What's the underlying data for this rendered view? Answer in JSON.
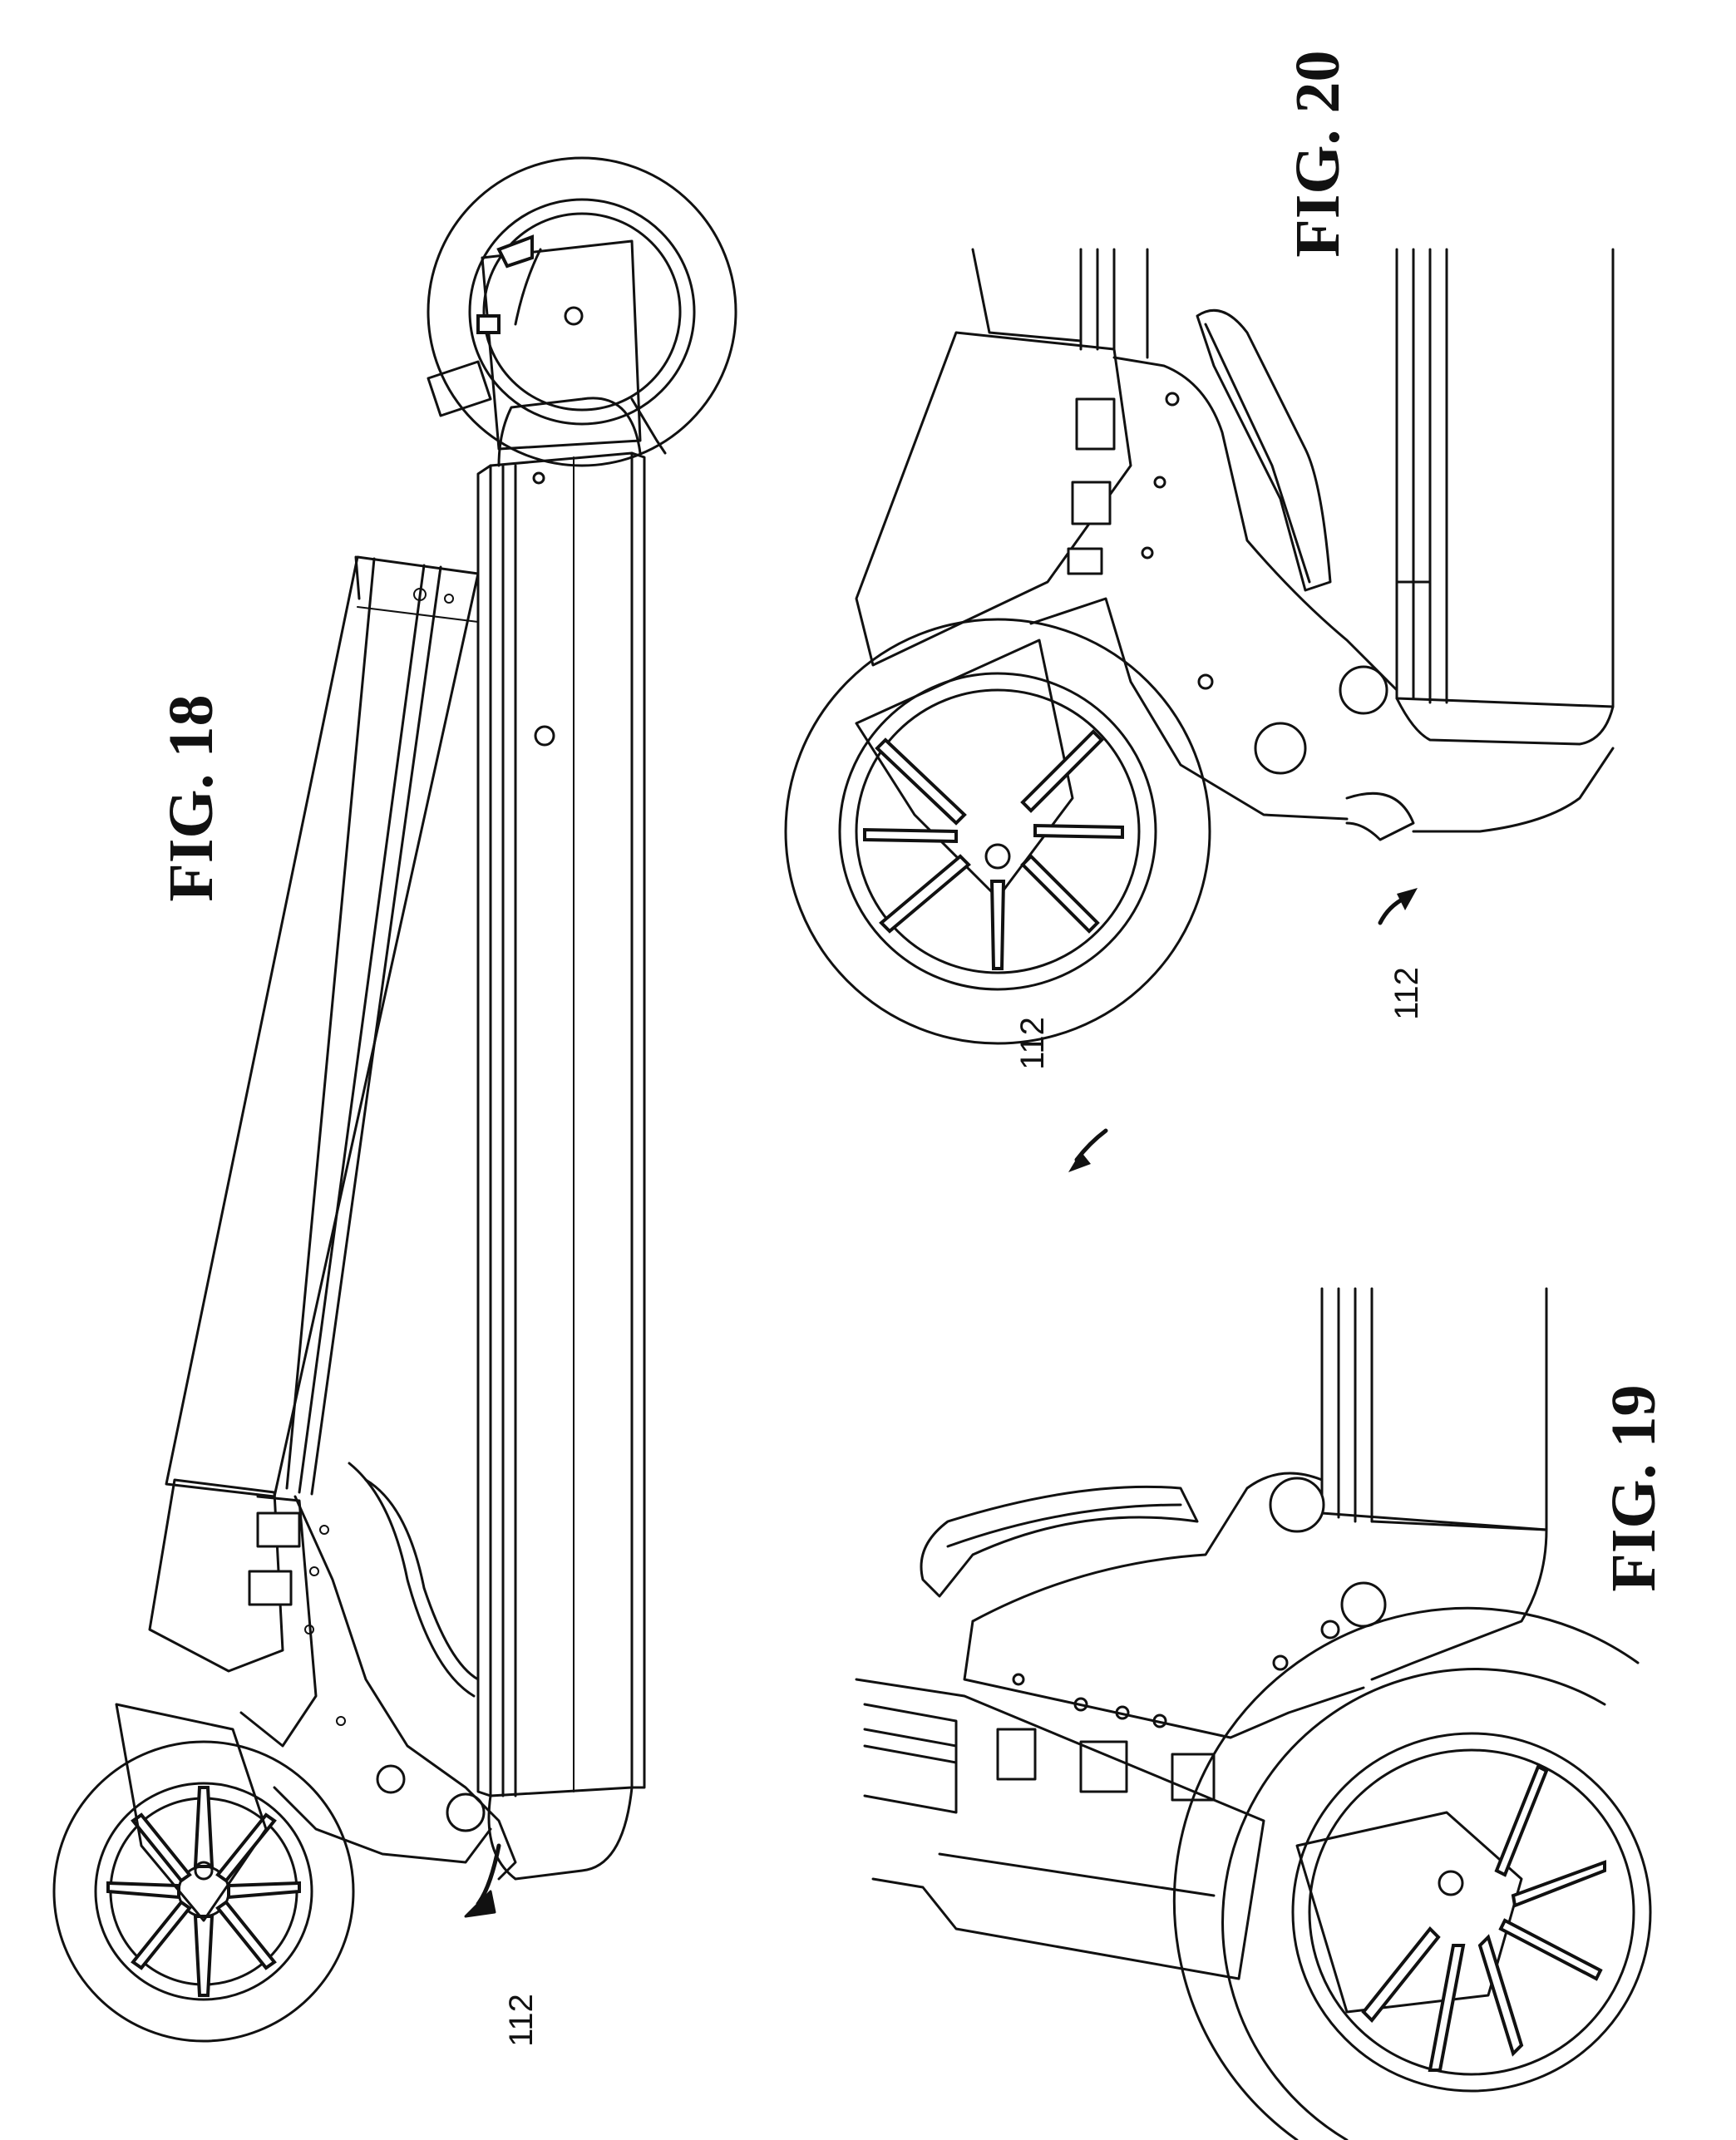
{
  "figures": {
    "fig18": {
      "title": "FIG. 18",
      "ref": "112"
    },
    "fig19": {
      "title": "FIG. 19",
      "ref": "112"
    },
    "fig20": {
      "title": "FIG. 20",
      "ref": "112"
    }
  },
  "colors": {
    "ink": "#111111",
    "paper": "#ffffff"
  }
}
